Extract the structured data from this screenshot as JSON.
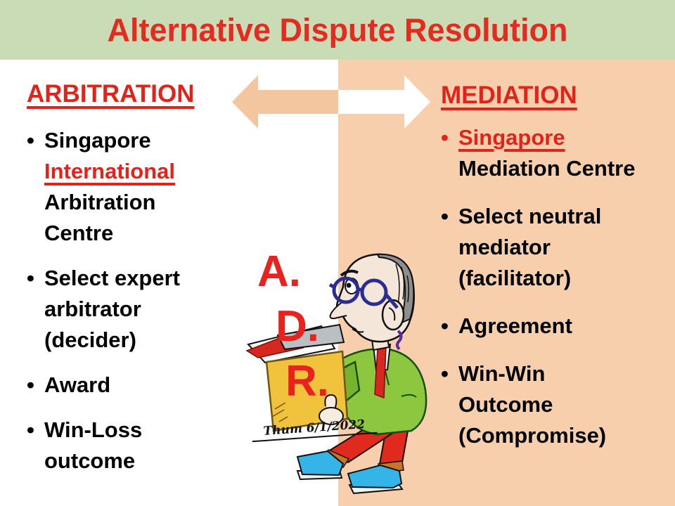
{
  "title": "Alternative Dispute Resolution",
  "bullet": "•",
  "arbitration": {
    "heading": "ARBITRATION",
    "bullet1": {
      "line1": "Singapore",
      "highlight": "International",
      "rest": "Arbitration Centre"
    },
    "bullet2": "Select expert arbitrator (decider)",
    "bullet3": "Award",
    "bullet4": "Win-Loss outcome"
  },
  "mediation": {
    "heading": "MEDIATION",
    "bullet1": {
      "highlight": "Singapore",
      "rest": "Mediation Centre"
    },
    "bullet2": "Select neutral mediator (facilitator)",
    "bullet3": "Agreement",
    "bullet4": "Win-Win Outcome (Compromise)"
  },
  "center": {
    "letters": [
      "A.",
      "D.",
      "R."
    ],
    "signature": "Thum 6/1/2022"
  },
  "colors": {
    "header_green": "#c9dcb6",
    "panel_peach": "#f8cfad",
    "arrow_peach": "#f3c6a0",
    "arrow_white": "#ffffff",
    "accent_red": "#e2231a",
    "letter_red": "#e8231d",
    "text_black": "#000000",
    "box_yellow": "#f1c33c",
    "jacket_green": "#8dc63f",
    "pants_red": "#e02a1e",
    "shoe_blue": "#35b4e8",
    "glasses_blue": "#2b2d94",
    "hair_gray": "#8e8e8e"
  }
}
